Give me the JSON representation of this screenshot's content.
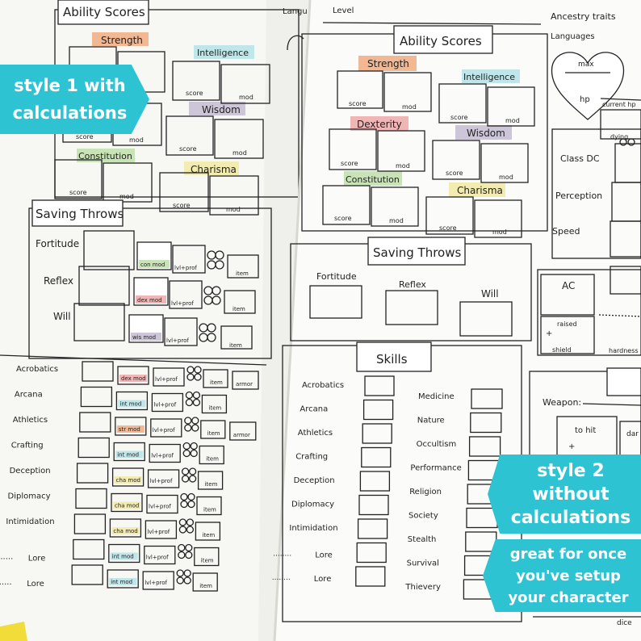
{
  "callouts": {
    "style1": {
      "line1": "style 1 with",
      "line2": "calculations"
    },
    "style2": {
      "line1": "style 2",
      "line2": "without",
      "line3": "calculations"
    },
    "tip": {
      "line1": "great for once",
      "line2": "you've setup",
      "line3": "your character"
    }
  },
  "left_sheet": {
    "header": {
      "ability_scores": "Ability Scores",
      "languages": "Langu"
    },
    "abilities": {
      "strength": "Strength",
      "intelligence": "Intelligence",
      "wisdom": "Wisdom",
      "constitution": "Constitution",
      "charisma": "Charisma"
    },
    "box_labels": {
      "score": "score",
      "mod": "mod"
    },
    "saving_throws": {
      "title": "Saving Throws",
      "rows": [
        {
          "label": "Fortitude",
          "mod": "con mod"
        },
        {
          "label": "Reflex",
          "mod": "dex mod"
        },
        {
          "label": "Will",
          "mod": "wis mod"
        }
      ]
    },
    "lvlprof": "lvl+prof",
    "item": "item",
    "armor": "armor",
    "skills": [
      {
        "label": "Acrobatics",
        "mod": "dex mod",
        "armor": true
      },
      {
        "label": "Arcana",
        "mod": "int mod",
        "armor": false
      },
      {
        "label": "Athletics",
        "mod": "str mod",
        "armor": true
      },
      {
        "label": "Crafting",
        "mod": "int mod",
        "armor": false
      },
      {
        "label": "Deception",
        "mod": "cha mod",
        "armor": false
      },
      {
        "label": "Diplomacy",
        "mod": "cha mod",
        "armor": false
      },
      {
        "label": "Intimidation",
        "mod": "cha mod",
        "armor": false
      },
      {
        "label": "Lore",
        "mod": "int mod",
        "armor": false
      },
      {
        "label": "Lore",
        "mod": "int mod",
        "armor": false
      }
    ],
    "lore_line": "........"
  },
  "right_sheet": {
    "header": {
      "level": "Level",
      "ancestry": "Ancestry traits",
      "languages": "Languages"
    },
    "ability_title": "Ability Scores",
    "abilities": {
      "strength": "Strength",
      "intelligence": "Intelligence",
      "dexterity": "Dexterity",
      "wisdom": "Wisdom",
      "constitution": "Constitution",
      "charisma": "Charisma"
    },
    "hp": {
      "max": "max",
      "hp": "hp",
      "current": "current hp",
      "dying": "dying"
    },
    "stats": {
      "class_dc": "Class DC",
      "perception": "Perception",
      "speed": "Speed"
    },
    "saving_throws": {
      "title": "Saving Throws",
      "fortitude": "Fortitude",
      "reflex": "Reflex",
      "will": "Will"
    },
    "ac": {
      "label": "AC",
      "raised": "raised",
      "plus": "+",
      "shield": "shield",
      "hardness": "hardness"
    },
    "skills_title": "Skills",
    "skills_left": [
      "Acrobatics",
      "Arcana",
      "Athletics",
      "Crafting",
      "Deception",
      "Diplomacy",
      "Intimidation",
      "Lore",
      "Lore"
    ],
    "skills_right": [
      "Medicine",
      "Nature",
      "Occultism",
      "Performance",
      "Religion",
      "Society",
      "Stealth",
      "Survival",
      "Thievery"
    ],
    "weapon": {
      "label": "Weapon:",
      "to_hit": "to hit",
      "plus": "+",
      "dam": "dar",
      "dice": "dice"
    }
  },
  "colors": {
    "accent": "#2ec3d3",
    "strength": "#f2b893",
    "intelligence": "#bfe6e8",
    "wisdom": "#cdc6d9",
    "constitution": "#c8e3b6",
    "charisma": "#f3ecb0",
    "dexterity": "#f0b6b6",
    "table": "#8a6a4c",
    "paper": "#fbfbf9"
  }
}
